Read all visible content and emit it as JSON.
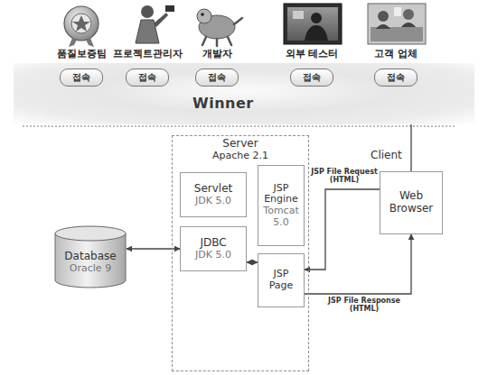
{
  "diagram": {
    "nodes": [
      {
        "text": [
          "Winner"
        ]
      },
      {
        "text": [
          "접속"
        ],
        "in": 0
      },
      {
        "text": [
          "접속"
        ],
        "in": 0
      },
      {
        "text": [
          "접속"
        ],
        "in": 0
      },
      {
        "text": [
          "접속"
        ],
        "in": 0
      },
      {
        "text": [
          "접속"
        ],
        "in": 0
      },
      {
        "text": [
          "Server",
          "Apache 2.1"
        ]
      },
      {
        "text": [
          "Servlet",
          "JDK 5.0"
        ],
        "in": 6
      },
      {
        "text": [
          "JSP Engine",
          "Tomcat 5.0"
        ],
        "in": 6
      },
      {
        "text": [
          "JDBC",
          "JDK 5.0"
        ],
        "in": 6
      },
      {
        "text": [
          "JSP Page"
        ],
        "in": 6
      },
      {
        "text": [
          "Web Browser"
        ]
      },
      {
        "text": [
          "Database",
          "Oracle 9"
        ]
      }
    ],
    "edges": [
      {
        "from": 0,
        "to": 11,
        "arrow": "none"
      },
      {
        "from": 11,
        "to": 10,
        "label": "JSP File Request (HTML)",
        "arrow": "to"
      },
      {
        "from": 10,
        "to": 11,
        "label": "JSP File Response (HTML)",
        "arrow": "to"
      },
      {
        "from": 12,
        "to": 9,
        "arrow": "both"
      },
      {
        "from": 9,
        "to": 10,
        "arrow": "both"
      }
    ],
    "labels": [
      "품질보증팀",
      "프로젝트관리자",
      "개발자",
      "외부 테스터",
      "고객 업체",
      "Client"
    ]
  }
}
